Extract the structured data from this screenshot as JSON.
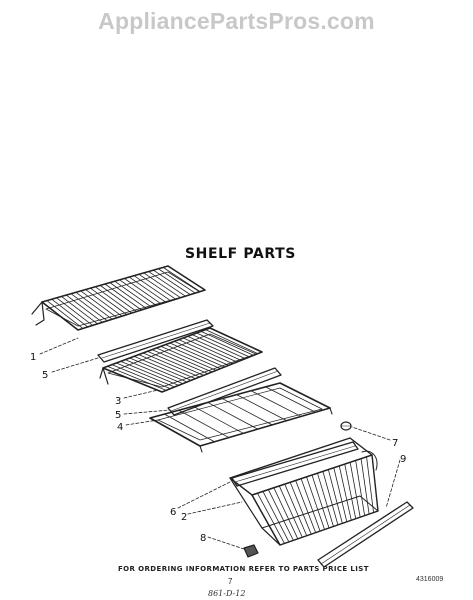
{
  "watermark": "AppliancePartsPros.com",
  "title": "SHELF PARTS",
  "callouts": [
    "1",
    "5",
    "3",
    "5",
    "4",
    "6",
    "2",
    "8",
    "7",
    "9"
  ],
  "footer_note": "FOR ORDERING INFORMATION REFER TO PARTS PRICE LIST",
  "page_number": "7",
  "document_number": "4316009",
  "handwritten_mark": "861-D-12"
}
